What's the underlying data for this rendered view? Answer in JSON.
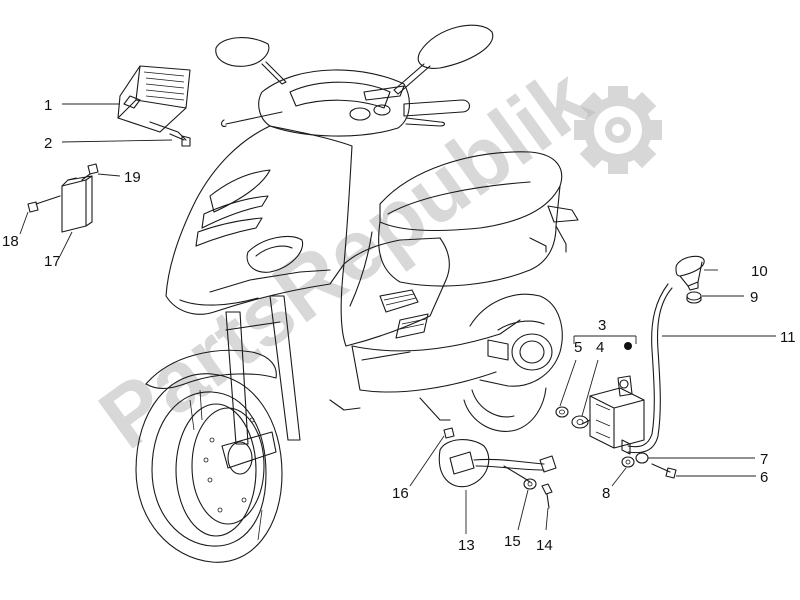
{
  "watermark": {
    "text": "PartsRepublik",
    "color": "#b9b9b9"
  },
  "labels": [
    {
      "id": "1",
      "text": "1"
    },
    {
      "id": "2",
      "text": "2"
    },
    {
      "id": "3",
      "text": "3"
    },
    {
      "id": "4",
      "text": "4"
    },
    {
      "id": "5",
      "text": "5"
    },
    {
      "id": "6",
      "text": "6"
    },
    {
      "id": "7",
      "text": "7"
    },
    {
      "id": "8",
      "text": "8"
    },
    {
      "id": "9",
      "text": "9"
    },
    {
      "id": "10",
      "text": "10"
    },
    {
      "id": "11",
      "text": "11"
    },
    {
      "id": "13",
      "text": "13"
    },
    {
      "id": "14",
      "text": "14"
    },
    {
      "id": "15",
      "text": "15"
    },
    {
      "id": "16",
      "text": "16"
    },
    {
      "id": "17",
      "text": "17"
    },
    {
      "id": "18",
      "text": "18"
    },
    {
      "id": "19",
      "text": "19"
    }
  ],
  "icons": [
    "gear-icon"
  ]
}
